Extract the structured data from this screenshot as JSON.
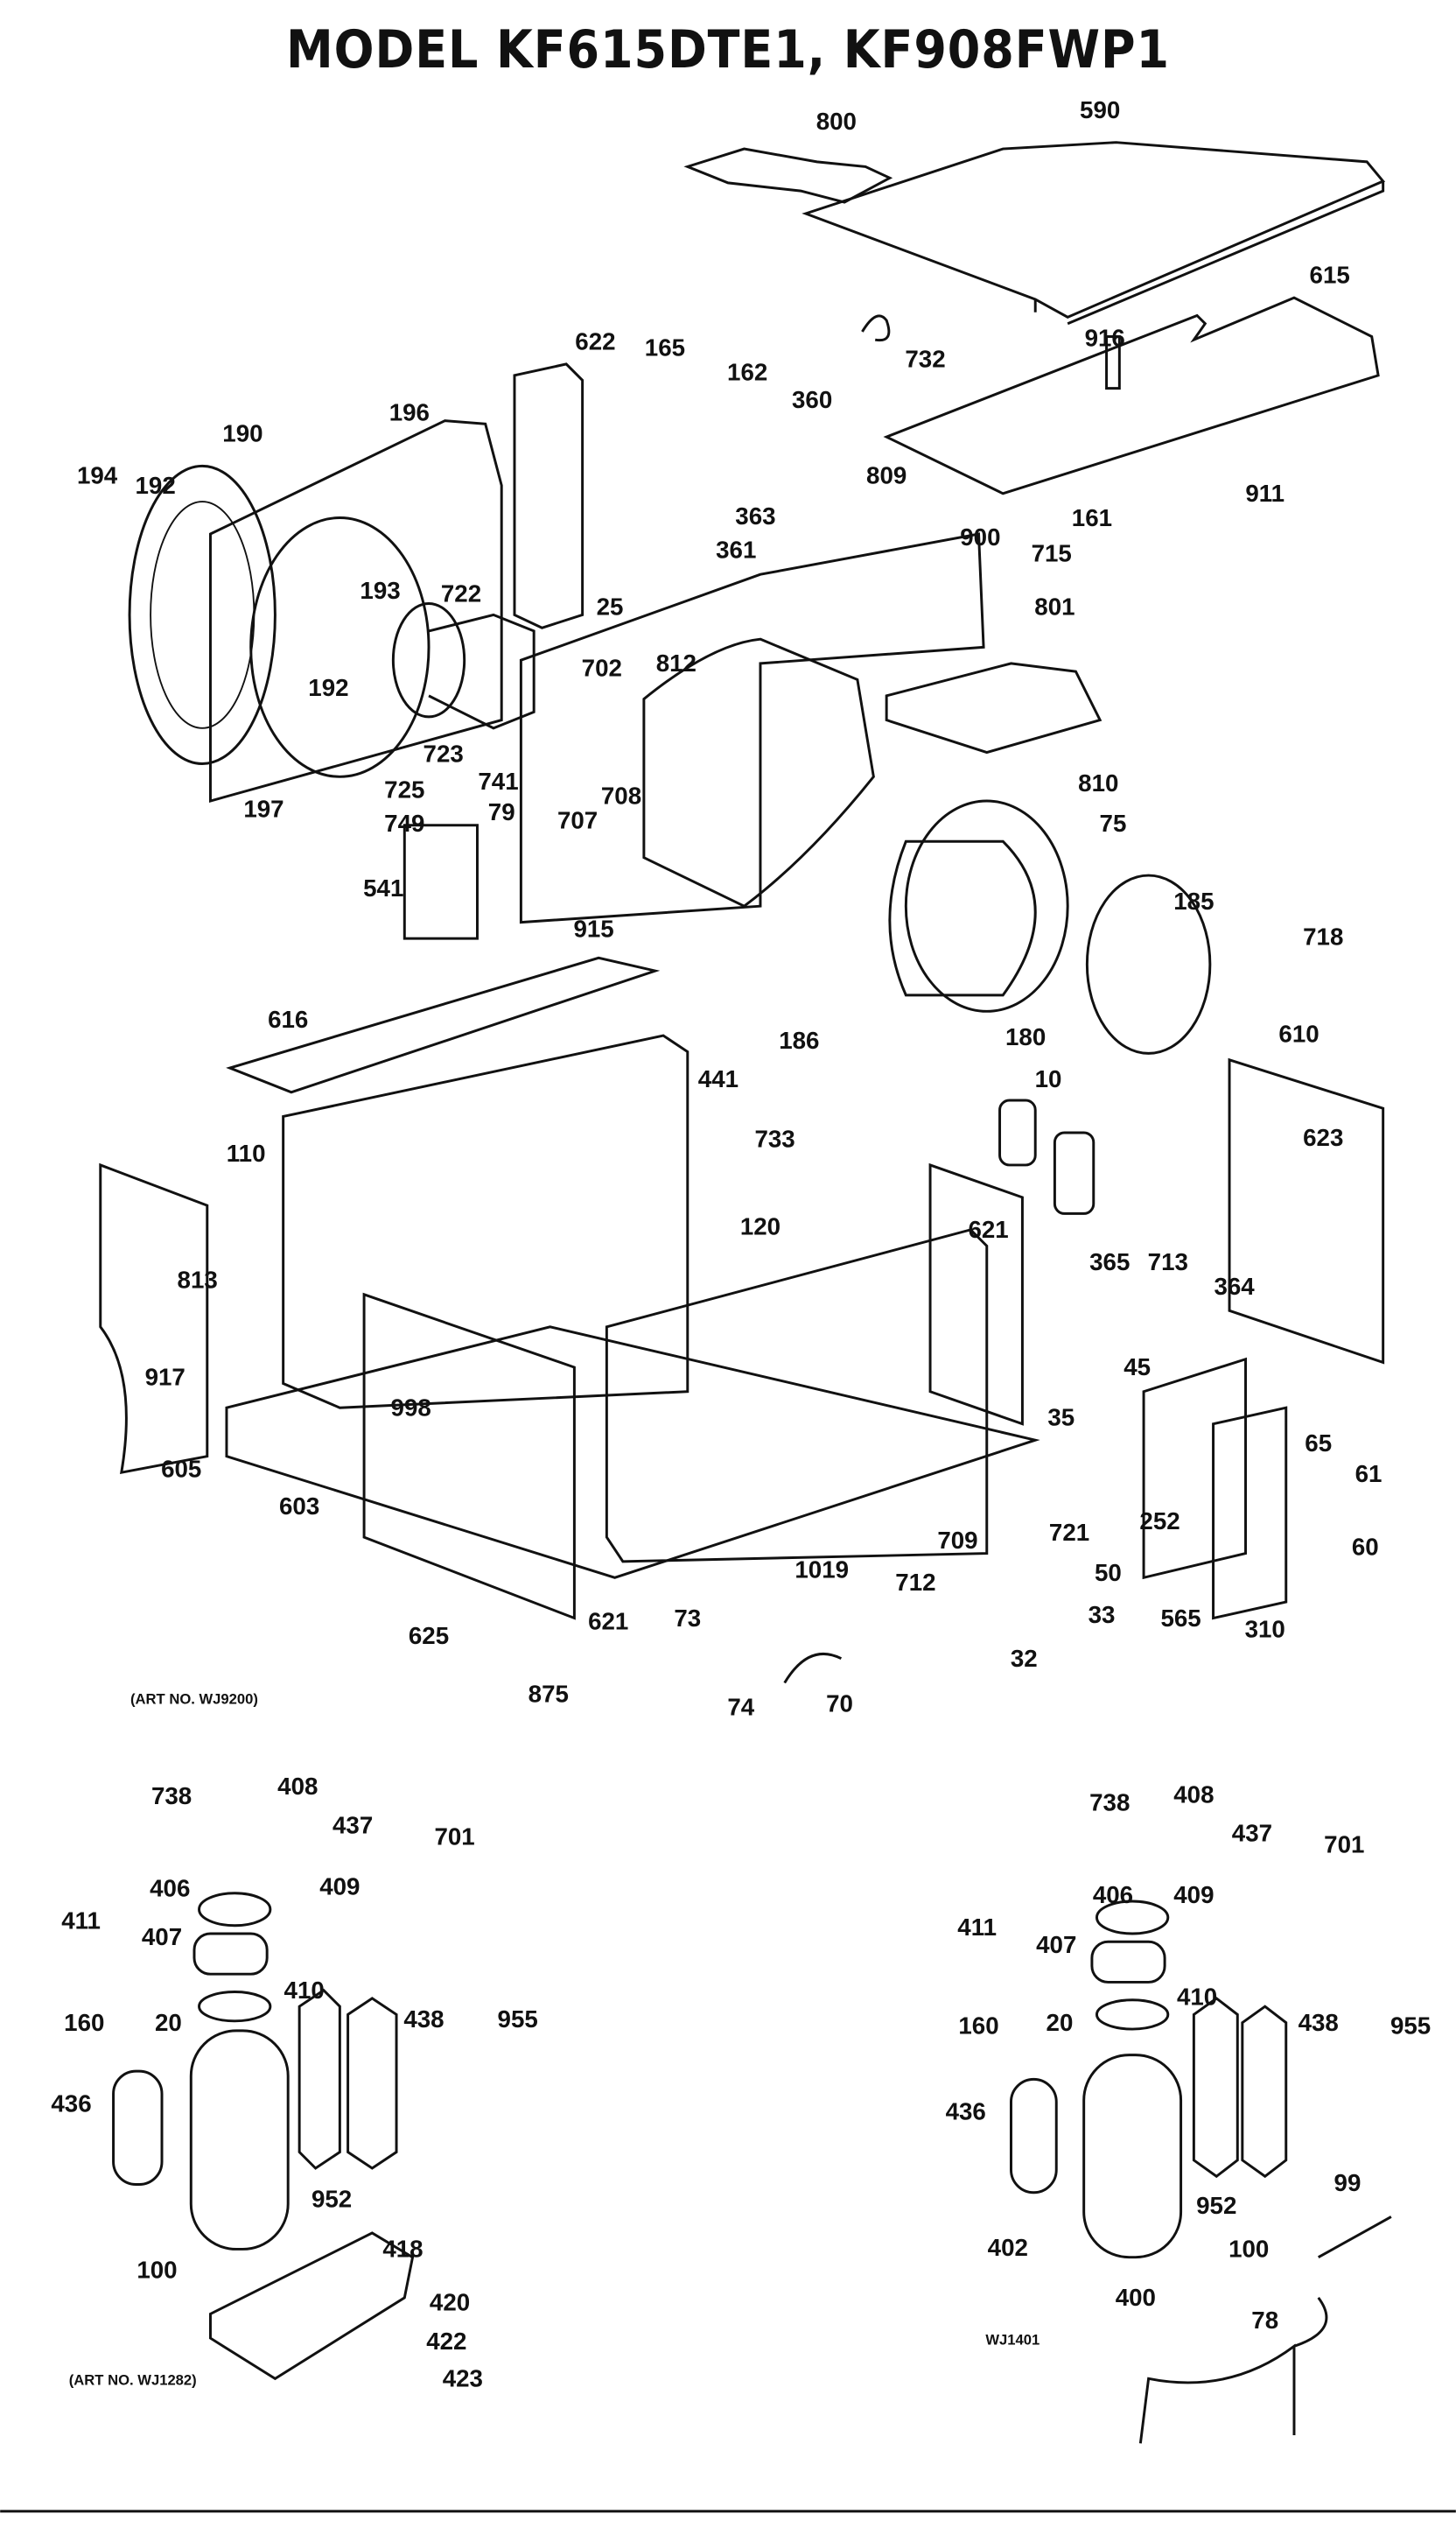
{
  "title": "MODEL KF615DTE1, KF908FWP1",
  "art_numbers": {
    "main": "(ART NO. WJ9200)",
    "compressor_left": "(ART NO. WJ1282)",
    "compressor_right": "WJ1401"
  },
  "part_labels": [
    "800",
    "590",
    "732",
    "615",
    "916",
    "911",
    "622",
    "165",
    "162",
    "360",
    "196",
    "190",
    "194",
    "192",
    "809",
    "363",
    "900",
    "361",
    "715",
    "161",
    "801",
    "193",
    "722",
    "25",
    "192",
    "702",
    "812",
    "810",
    "723",
    "725",
    "741",
    "749",
    "197",
    "708",
    "707",
    "79",
    "75",
    "541",
    "915",
    "185",
    "718",
    "186",
    "180",
    "616",
    "441",
    "610",
    "10",
    "733",
    "110",
    "623",
    "120",
    "621",
    "713",
    "365",
    "364",
    "813",
    "917",
    "998",
    "45",
    "35",
    "65",
    "61",
    "605",
    "603",
    "252",
    "60",
    "709",
    "721",
    "50",
    "1019",
    "712",
    "33",
    "625",
    "621",
    "565",
    "310",
    "32",
    "73",
    "70",
    "74",
    "875"
  ],
  "compressor_left_labels": [
    "408",
    "738",
    "437",
    "701",
    "406",
    "409",
    "411",
    "407",
    "410",
    "160",
    "20",
    "438",
    "955",
    "436",
    "952",
    "418",
    "100",
    "420",
    "422",
    "423"
  ],
  "compressor_right_labels": [
    "408",
    "738",
    "437",
    "701",
    "406",
    "409",
    "411",
    "407",
    "410",
    "160",
    "20",
    "438",
    "955",
    "436",
    "952",
    "99",
    "100",
    "402",
    "400",
    "78"
  ]
}
